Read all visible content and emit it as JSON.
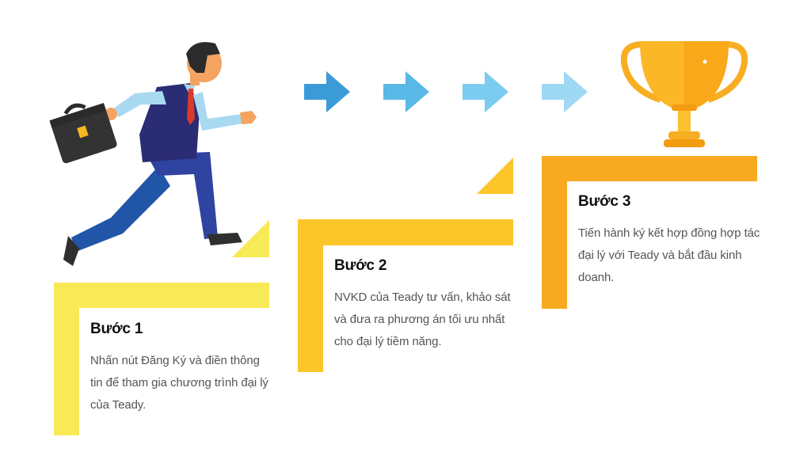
{
  "colors": {
    "step1": "#f8e957",
    "step2": "#fcc62b",
    "step3": "#f7a91f",
    "arrow1": "#3a9bd6",
    "arrow2": "#5ab8e6",
    "arrow3": "#7ccbf0",
    "arrow4": "#9ed8f3",
    "trophy": "#fbb727"
  },
  "icons": [
    "businessman-running-icon",
    "arrow-right-icon",
    "trophy-icon"
  ],
  "steps": [
    {
      "title": "Bước 1",
      "description": "Nhấn nút Đăng Ký và điền thông tin để tham gia chương trình đại lý của Teady."
    },
    {
      "title": "Bước 2",
      "description": "NVKD của Teady tư vấn, khảo sát và đưa ra phương án tối ưu nhất cho đại lý tiềm năng."
    },
    {
      "title": "Bước 3",
      "description": "Tiến hành ký kết hợp đồng hợp tác đại lý với Teady và bắt đầu kinh doanh."
    }
  ]
}
